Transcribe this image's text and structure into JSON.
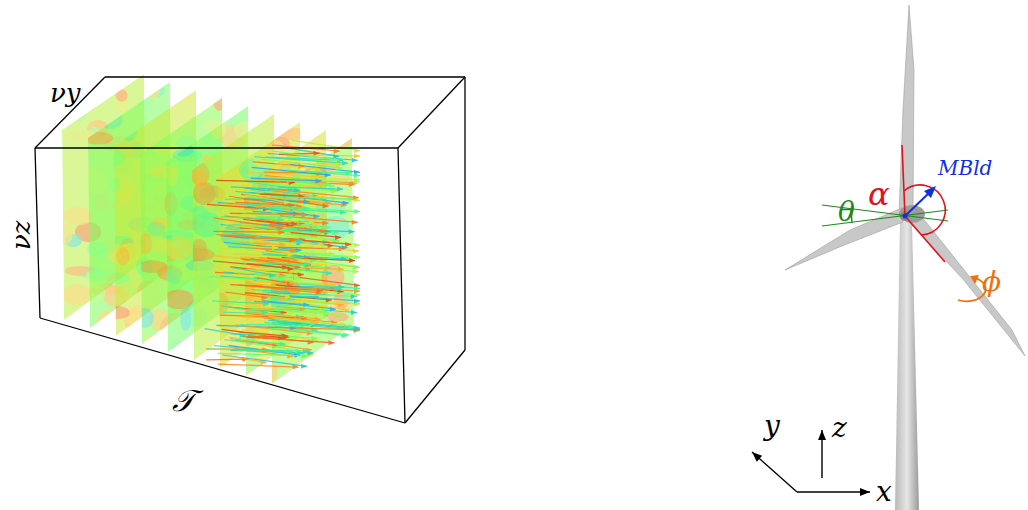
{
  "diagram": {
    "labels": [
      "νy",
      "νz",
      "𝒯",
      "α",
      "MBld",
      "θ",
      "ϕ",
      "y",
      "z",
      "x"
    ]
  }
}
